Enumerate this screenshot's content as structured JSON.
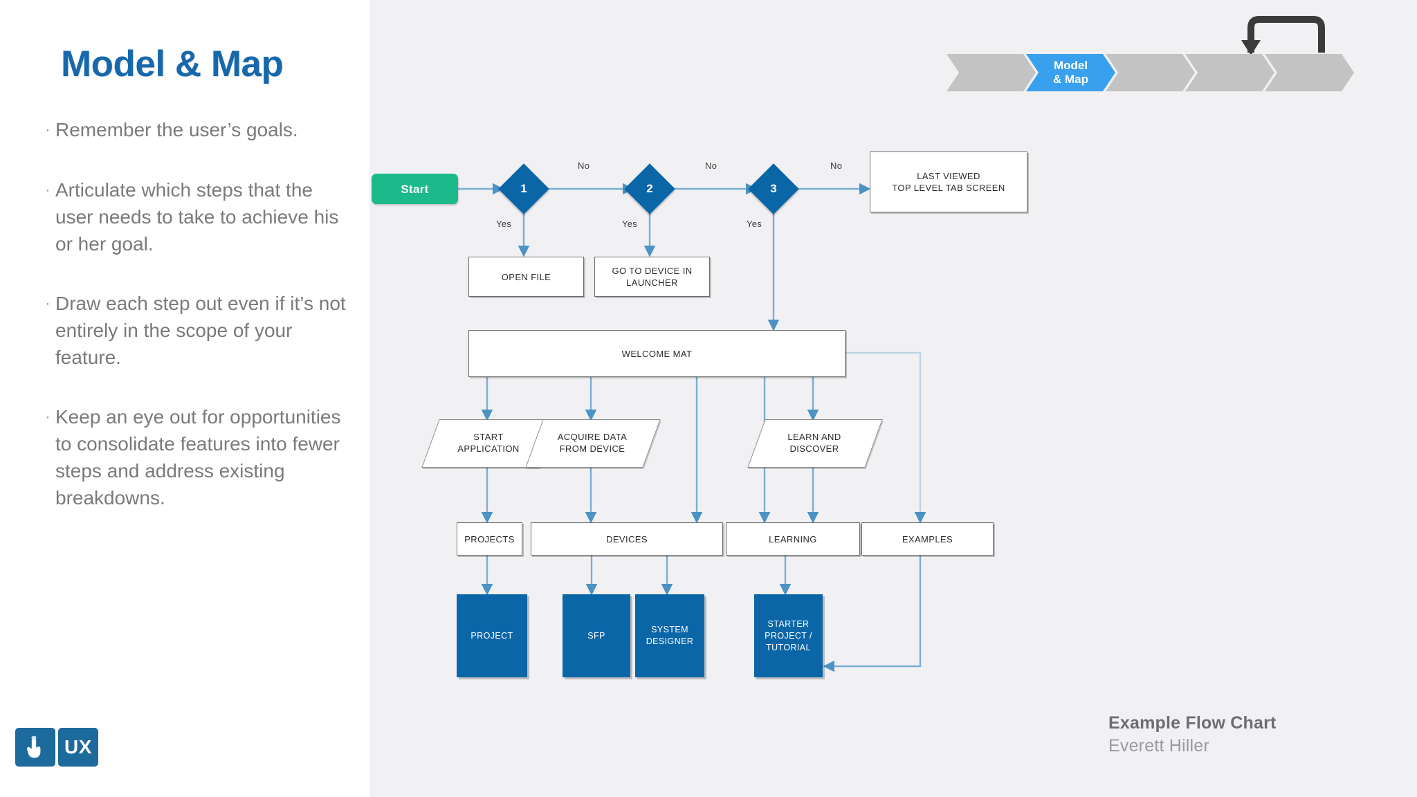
{
  "slide": {
    "title": "Model & Map",
    "title_color": "#1668ad",
    "background_left": "#ffffff",
    "background_right": "#f1f0f3"
  },
  "bullets": [
    {
      "marker": "·",
      "text": "Remember the user’s goals."
    },
    {
      "marker": "·",
      "text": "Articulate which steps that the user needs to take to achieve his or her goal."
    },
    {
      "marker": "·",
      "text": "Draw each step out even if it’s not entirely in the scope of your feature."
    },
    {
      "marker": "·",
      "text": "Keep an eye out for opportunities to consolidate features into fewer steps and address existing breakdowns."
    }
  ],
  "logo": {
    "touch_icon": "touch-hand-icon",
    "text": "UX",
    "color": "#1d6a9c"
  },
  "nav": {
    "active_color": "#38a0ec",
    "inactive_color": "#c3c3c3",
    "steps": [
      {
        "label": "",
        "active": false
      },
      {
        "label": "Model\n& Map",
        "active": true
      },
      {
        "label": "",
        "active": false
      },
      {
        "label": "",
        "active": false
      },
      {
        "label": "",
        "active": false
      }
    ],
    "loopback_arrow": "loop-back-arrow-icon"
  },
  "credits": {
    "title": "Example Flow Chart",
    "author": "Everett Hiller"
  },
  "chart_data": {
    "type": "diagram",
    "diagram_kind": "flowchart",
    "title": "Example Flow Chart",
    "colors": {
      "start": "#1cb98a",
      "decision": "#0b66a8",
      "terminal_blue": "#0b66a8",
      "process": "#ffffff",
      "connector": "#7aaed4"
    },
    "nodes": [
      {
        "id": "start",
        "shape": "rounded",
        "label": "Start"
      },
      {
        "id": "d1",
        "shape": "diamond",
        "label": "1"
      },
      {
        "id": "d2",
        "shape": "diamond",
        "label": "2"
      },
      {
        "id": "d3",
        "shape": "diamond",
        "label": "3"
      },
      {
        "id": "lastviewed",
        "shape": "rect",
        "label": "LAST VIEWED\nTOP LEVEL TAB SCREEN"
      },
      {
        "id": "openfile",
        "shape": "rect",
        "label": "OPEN FILE"
      },
      {
        "id": "gotodevice",
        "shape": "rect",
        "label": "GO TO DEVICE IN\nLAUNCHER"
      },
      {
        "id": "welcomemat",
        "shape": "rect",
        "label": "WELCOME MAT"
      },
      {
        "id": "startapp",
        "shape": "parallelogram",
        "label": "START\nAPPLICATION"
      },
      {
        "id": "acquiredata",
        "shape": "parallelogram",
        "label": "ACQUIRE DATA\nFROM DEVICE"
      },
      {
        "id": "learndiscover",
        "shape": "parallelogram",
        "label": "LEARN AND\nDISCOVER"
      },
      {
        "id": "projects",
        "shape": "rect",
        "label": "PROJECTS"
      },
      {
        "id": "devices",
        "shape": "rect",
        "label": "DEVICES"
      },
      {
        "id": "learning",
        "shape": "rect",
        "label": "LEARNING"
      },
      {
        "id": "examples",
        "shape": "rect",
        "label": "EXAMPLES"
      },
      {
        "id": "project",
        "shape": "rect-filled",
        "label": "PROJECT"
      },
      {
        "id": "sfp",
        "shape": "rect-filled",
        "label": "SFP"
      },
      {
        "id": "sysdesigner",
        "shape": "rect-filled",
        "label": "SYSTEM\nDESIGNER"
      },
      {
        "id": "starterproj",
        "shape": "rect-filled",
        "label": "STARTER\nPROJECT /\nTUTORIAL"
      }
    ],
    "edges": [
      {
        "from": "start",
        "to": "d1",
        "label": ""
      },
      {
        "from": "d1",
        "to": "d2",
        "label": "No"
      },
      {
        "from": "d2",
        "to": "d3",
        "label": "No"
      },
      {
        "from": "d3",
        "to": "lastviewed",
        "label": "No"
      },
      {
        "from": "d1",
        "to": "openfile",
        "label": "Yes"
      },
      {
        "from": "d2",
        "to": "gotodevice",
        "label": "Yes"
      },
      {
        "from": "d3",
        "to": "welcomemat",
        "label": "Yes"
      },
      {
        "from": "welcomemat",
        "to": "startapp",
        "label": ""
      },
      {
        "from": "welcomemat",
        "to": "acquiredata",
        "label": ""
      },
      {
        "from": "welcomemat",
        "to": "devices",
        "label": ""
      },
      {
        "from": "welcomemat",
        "to": "learning",
        "label": ""
      },
      {
        "from": "welcomemat",
        "to": "learndiscover",
        "label": ""
      },
      {
        "from": "welcomemat",
        "to": "examples",
        "label": ""
      },
      {
        "from": "startapp",
        "to": "projects",
        "label": ""
      },
      {
        "from": "acquiredata",
        "to": "devices",
        "label": ""
      },
      {
        "from": "learndiscover",
        "to": "learning",
        "label": ""
      },
      {
        "from": "projects",
        "to": "project",
        "label": ""
      },
      {
        "from": "devices",
        "to": "sfp",
        "label": ""
      },
      {
        "from": "devices",
        "to": "sysdesigner",
        "label": ""
      },
      {
        "from": "learning",
        "to": "starterproj",
        "label": ""
      },
      {
        "from": "examples",
        "to": "starterproj",
        "label": ""
      }
    ]
  }
}
